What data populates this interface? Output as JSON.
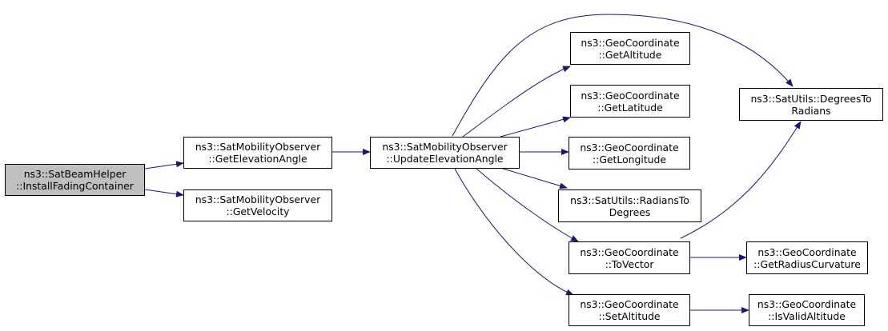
{
  "nodes": {
    "install_fading": [
      "ns3::SatBeamHelper",
      "::InstallFadingContainer"
    ],
    "get_elevation_angle": [
      "ns3::SatMobilityObserver",
      "::GetElevationAngle"
    ],
    "get_velocity": [
      "ns3::SatMobilityObserver",
      "::GetVelocity"
    ],
    "update_elevation_angle": [
      "ns3::SatMobilityObserver",
      "::UpdateElevationAngle"
    ],
    "get_altitude": [
      "ns3::GeoCoordinate",
      "::GetAltitude"
    ],
    "get_latitude": [
      "ns3::GeoCoordinate",
      "::GetLatitude"
    ],
    "get_longitude": [
      "ns3::GeoCoordinate",
      "::GetLongitude"
    ],
    "radians_to_degrees": [
      "ns3::SatUtils::RadiansTo",
      "Degrees"
    ],
    "to_vector": [
      "ns3::GeoCoordinate",
      "::ToVector"
    ],
    "set_altitude": [
      "ns3::GeoCoordinate",
      "::SetAltitude"
    ],
    "degrees_to_radians": [
      "ns3::SatUtils::DegreesTo",
      "Radians"
    ],
    "get_radius_curvature": [
      "ns3::GeoCoordinate",
      "::GetRadiusCurvature"
    ],
    "is_valid_altitude": [
      "ns3::GeoCoordinate",
      "::IsValidAltitude"
    ]
  },
  "colors": {
    "edge": "#191970",
    "root_fill": "#bfbfbf",
    "node_fill": "#ffffff",
    "node_border": "#000000"
  }
}
